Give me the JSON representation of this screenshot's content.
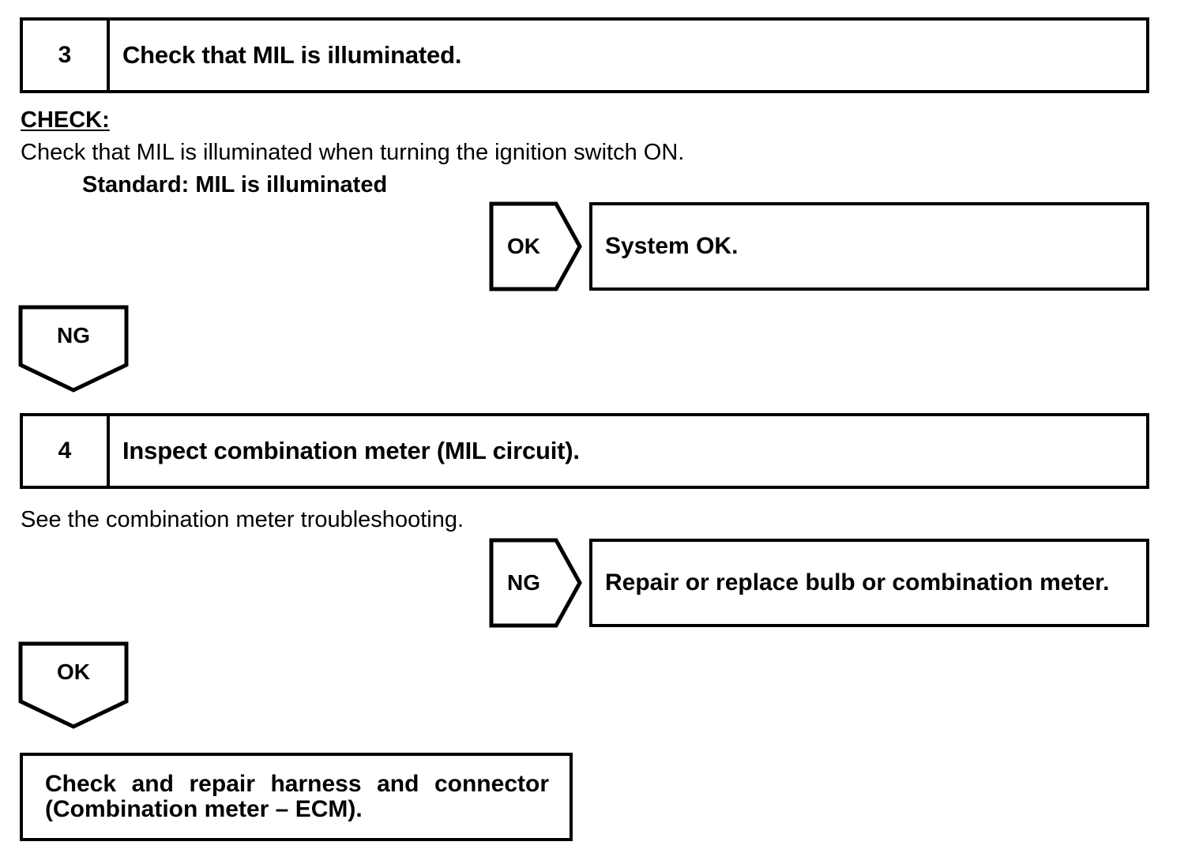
{
  "document": {
    "type": "diagnostic-troubleshooting-flowchart",
    "colors": {
      "ink": "#000000",
      "background": "#ffffff"
    }
  },
  "steps": [
    {
      "number": "3",
      "title": "Check that MIL is illuminated.",
      "check_label": "CHECK:",
      "check_text": "Check that MIL is illuminated when turning the ignition switch ON.",
      "standard_text": "Standard: MIL is illuminated",
      "branch_pass": {
        "judgement": "OK",
        "result": "System OK."
      },
      "branch_fail": {
        "judgement": "NG"
      }
    },
    {
      "number": "4",
      "title": "Inspect combination meter (MIL circuit).",
      "body_text": "See the combination meter troubleshooting.",
      "branch_fail": {
        "judgement": "NG",
        "result": "Repair or replace bulb or combination meter."
      },
      "branch_pass": {
        "judgement": "OK"
      }
    }
  ],
  "final_action": {
    "line1": "Check and repair harness and connector",
    "line2": "(Combination meter – ECM)."
  }
}
